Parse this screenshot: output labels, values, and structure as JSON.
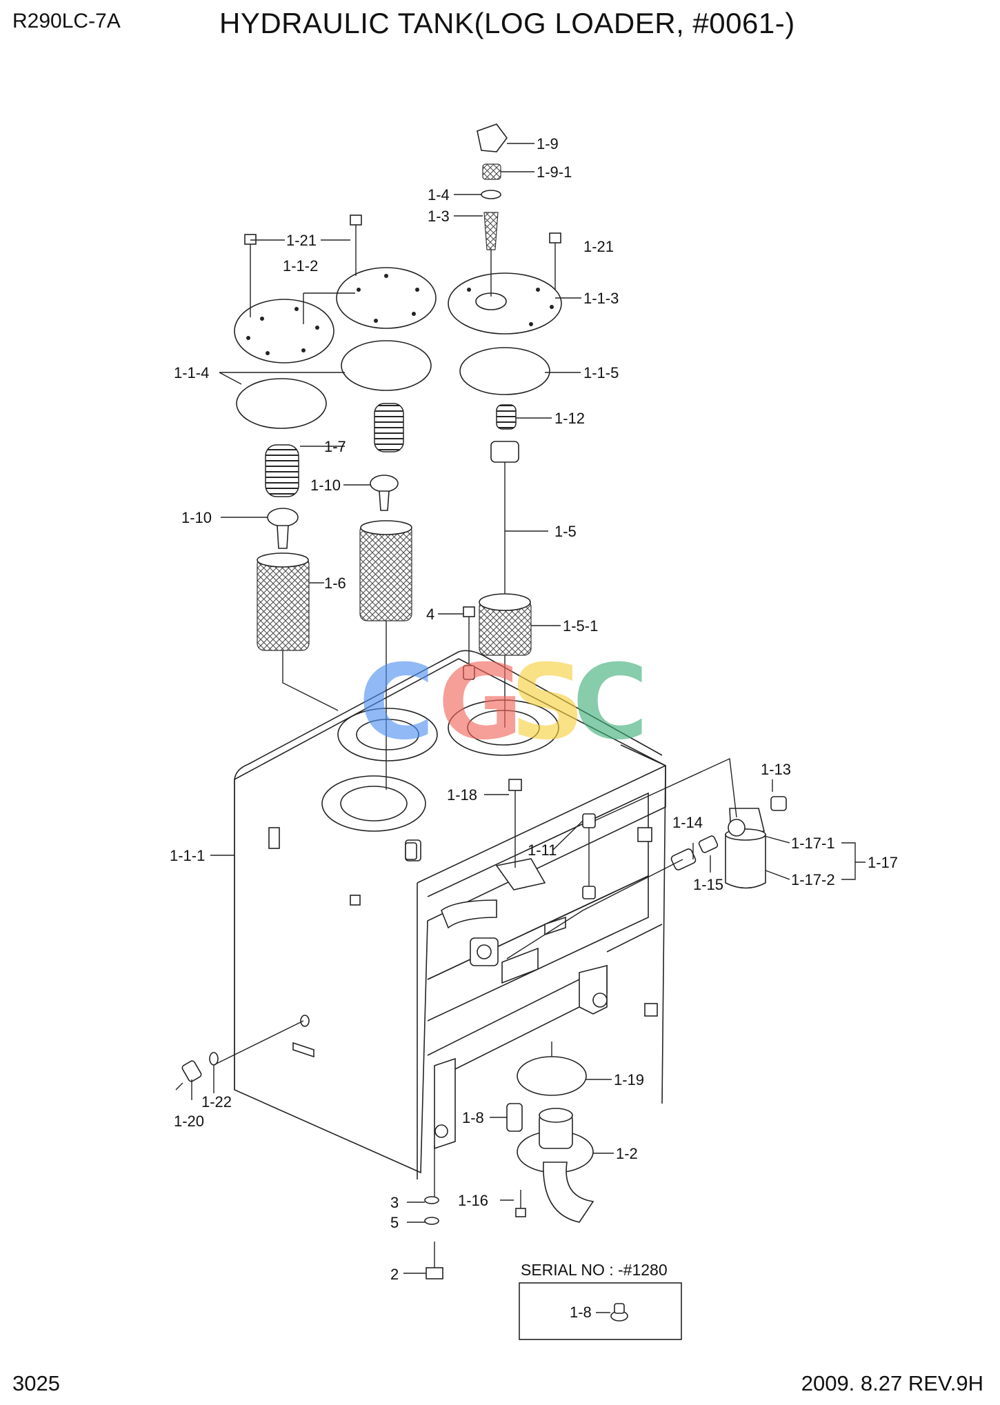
{
  "header": {
    "model": "R290LC-7A",
    "title": "HYDRAULIC TANK(LOG LOADER, #0061-)"
  },
  "footer": {
    "page": "3025",
    "revision": "2009. 8.27  REV.9H"
  },
  "serial_box": {
    "caption": "SERIAL NO : -#1280",
    "part_label": "1-8"
  },
  "watermark": {
    "letters": [
      "C",
      "G",
      "S",
      "C"
    ],
    "colors": [
      "#4f8ff0",
      "#f2645a",
      "#f6cf3c",
      "#3fae78"
    ]
  },
  "callouts": {
    "c_1_9": "1-9",
    "c_1_9_1": "1-9-1",
    "c_1_4": "1-4",
    "c_1_3": "1-3",
    "c_1_21_a": "1-21",
    "c_1_21_b": "1-21",
    "c_1_1_2": "1-1-2",
    "c_1_1_3": "1-1-3",
    "c_1_1_4": "1-1-4",
    "c_1_1_5": "1-1-5",
    "c_1_12": "1-12",
    "c_1_7": "1-7",
    "c_1_10_a": "1-10",
    "c_1_10_b": "1-10",
    "c_1_5": "1-5",
    "c_1_6": "1-6",
    "c_4": "4",
    "c_1_5_1": "1-5-1",
    "c_1_13": "1-13",
    "c_1_18": "1-18",
    "c_1_14": "1-14",
    "c_1_11": "1-11",
    "c_1_17_1": "1-17-1",
    "c_1_17": "1-17",
    "c_1_15": "1-15",
    "c_1_17_2": "1-17-2",
    "c_1_1_1": "1-1-1",
    "c_1_19": "1-19",
    "c_1_22": "1-22",
    "c_1_20": "1-20",
    "c_1_8": "1-8",
    "c_1_2": "1-2",
    "c_3": "3",
    "c_1_16": "1-16",
    "c_5": "5",
    "c_2": "2"
  }
}
